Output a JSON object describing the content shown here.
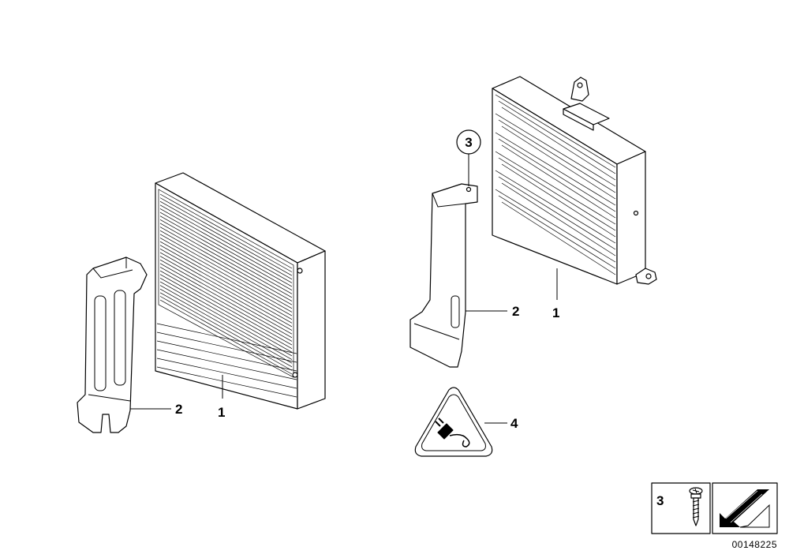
{
  "callouts": {
    "left_amp": "1",
    "left_bracket": "2",
    "right_amp": "1",
    "right_bracket": "2",
    "screw_circle": "3",
    "warning": "4"
  },
  "legend": {
    "screw_number": "3"
  },
  "diagram_number": "00148225",
  "colors": {
    "line": "#000000",
    "background": "#ffffff"
  },
  "icons": [
    "screw-icon",
    "warning-triangle-icon",
    "arrow-icon"
  ]
}
